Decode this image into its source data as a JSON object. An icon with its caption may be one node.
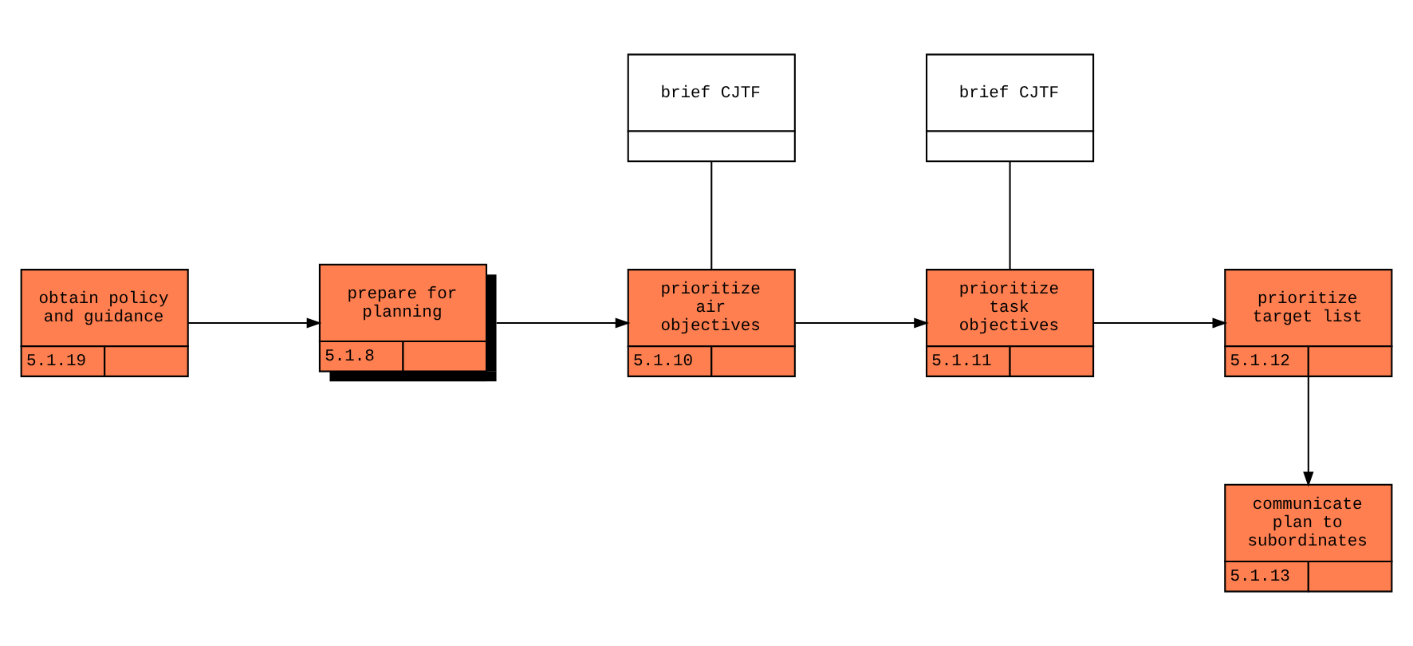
{
  "diagram": {
    "nodes": [
      {
        "text": [
          "brief CJTF"
        ]
      },
      {
        "text": [
          "brief CJTF"
        ]
      },
      {
        "text": [
          "obtain policy and guidance",
          "5.1.19"
        ]
      },
      {
        "text": [
          "prepare for planning",
          "5.1.8"
        ]
      },
      {
        "text": [
          "prioritize air objectives",
          "5.1.10"
        ]
      },
      {
        "text": [
          "prioritize task objectives",
          "5.1.11"
        ]
      },
      {
        "text": [
          "prioritize target list",
          "5.1.12"
        ]
      },
      {
        "text": [
          "communicate plan to subordinates",
          "5.1.13"
        ]
      }
    ],
    "edges": [
      {
        "from": 2,
        "to": 3,
        "arrow": "to"
      },
      {
        "from": 3,
        "to": 4,
        "arrow": "to"
      },
      {
        "from": 4,
        "to": 5,
        "arrow": "to"
      },
      {
        "from": 5,
        "to": 6,
        "arrow": "to"
      },
      {
        "from": 6,
        "to": 7,
        "arrow": "to"
      },
      {
        "from": 0,
        "to": 4,
        "arrow": "none"
      },
      {
        "from": 1,
        "to": 5,
        "arrow": "none"
      }
    ]
  }
}
